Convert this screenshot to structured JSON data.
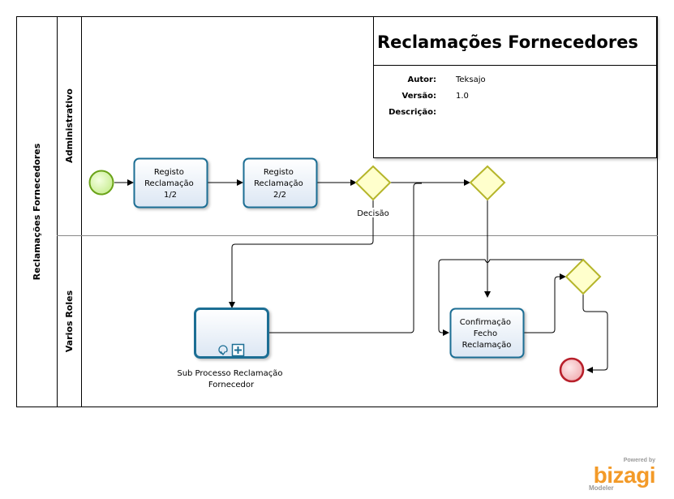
{
  "pool": {
    "label": "Reclamações Fornecedores",
    "lanes": [
      {
        "label": "Administrativo"
      },
      {
        "label": "Varios Roles"
      }
    ]
  },
  "header": {
    "title": "Reclamações Fornecedores",
    "fields": [
      {
        "key": "Autor:",
        "value": "Teksajo"
      },
      {
        "key": "Versão:",
        "value": "1.0"
      },
      {
        "key": "Descrição:",
        "value": ""
      }
    ]
  },
  "tasks": {
    "registo1": [
      "Registo",
      "Reclamação",
      "1/2"
    ],
    "registo2": [
      "Registo",
      "Reclamação",
      "2/2"
    ],
    "confirmacao": [
      "Confirmação",
      "Fecho",
      "Reclamação"
    ]
  },
  "subprocess": {
    "label_lines": [
      "Sub Processo Reclamação",
      "Fornecedor"
    ]
  },
  "gateways": {
    "decisao": "Decisão"
  },
  "branding": {
    "powered_by": "Powered by",
    "name": "bizagi",
    "product": "Modeler"
  },
  "colors": {
    "task_fill": "#e6eef8",
    "task_stroke": "#1d6e94",
    "gateway_fill": "#ffffcc",
    "gateway_stroke": "#b5b52a",
    "start_fill": "#d6f5a8",
    "start_stroke": "#6aa318",
    "end_fill": "#f4c2c5",
    "end_stroke": "#b8202b",
    "brand": "#f39a28"
  }
}
